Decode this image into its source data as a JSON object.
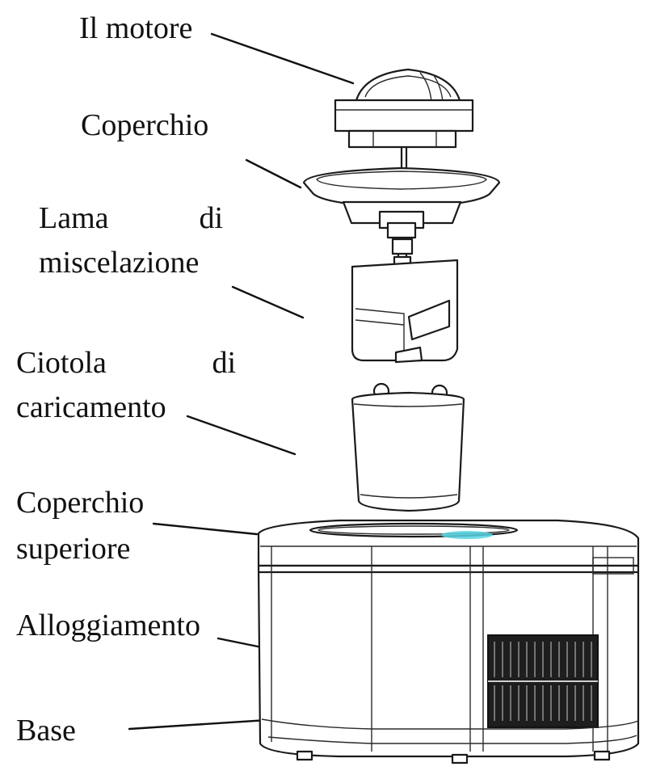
{
  "labels": {
    "motor": "Il motore",
    "lid": "Coperchio",
    "blade_line1_a": "Lama",
    "blade_line1_b": "di",
    "blade_line2": "miscelazione",
    "bowl_line1_a": "Ciotola",
    "bowl_line1_b": "di",
    "bowl_line2": "caricamento",
    "top_cover_line1": "Coperchio",
    "top_cover_line2": "superiore",
    "housing": "Alloggiamento",
    "base": "Base"
  },
  "colors": {
    "line": "#1a1a1a",
    "accent_glow": "#56d3e0",
    "background": "#ffffff"
  }
}
